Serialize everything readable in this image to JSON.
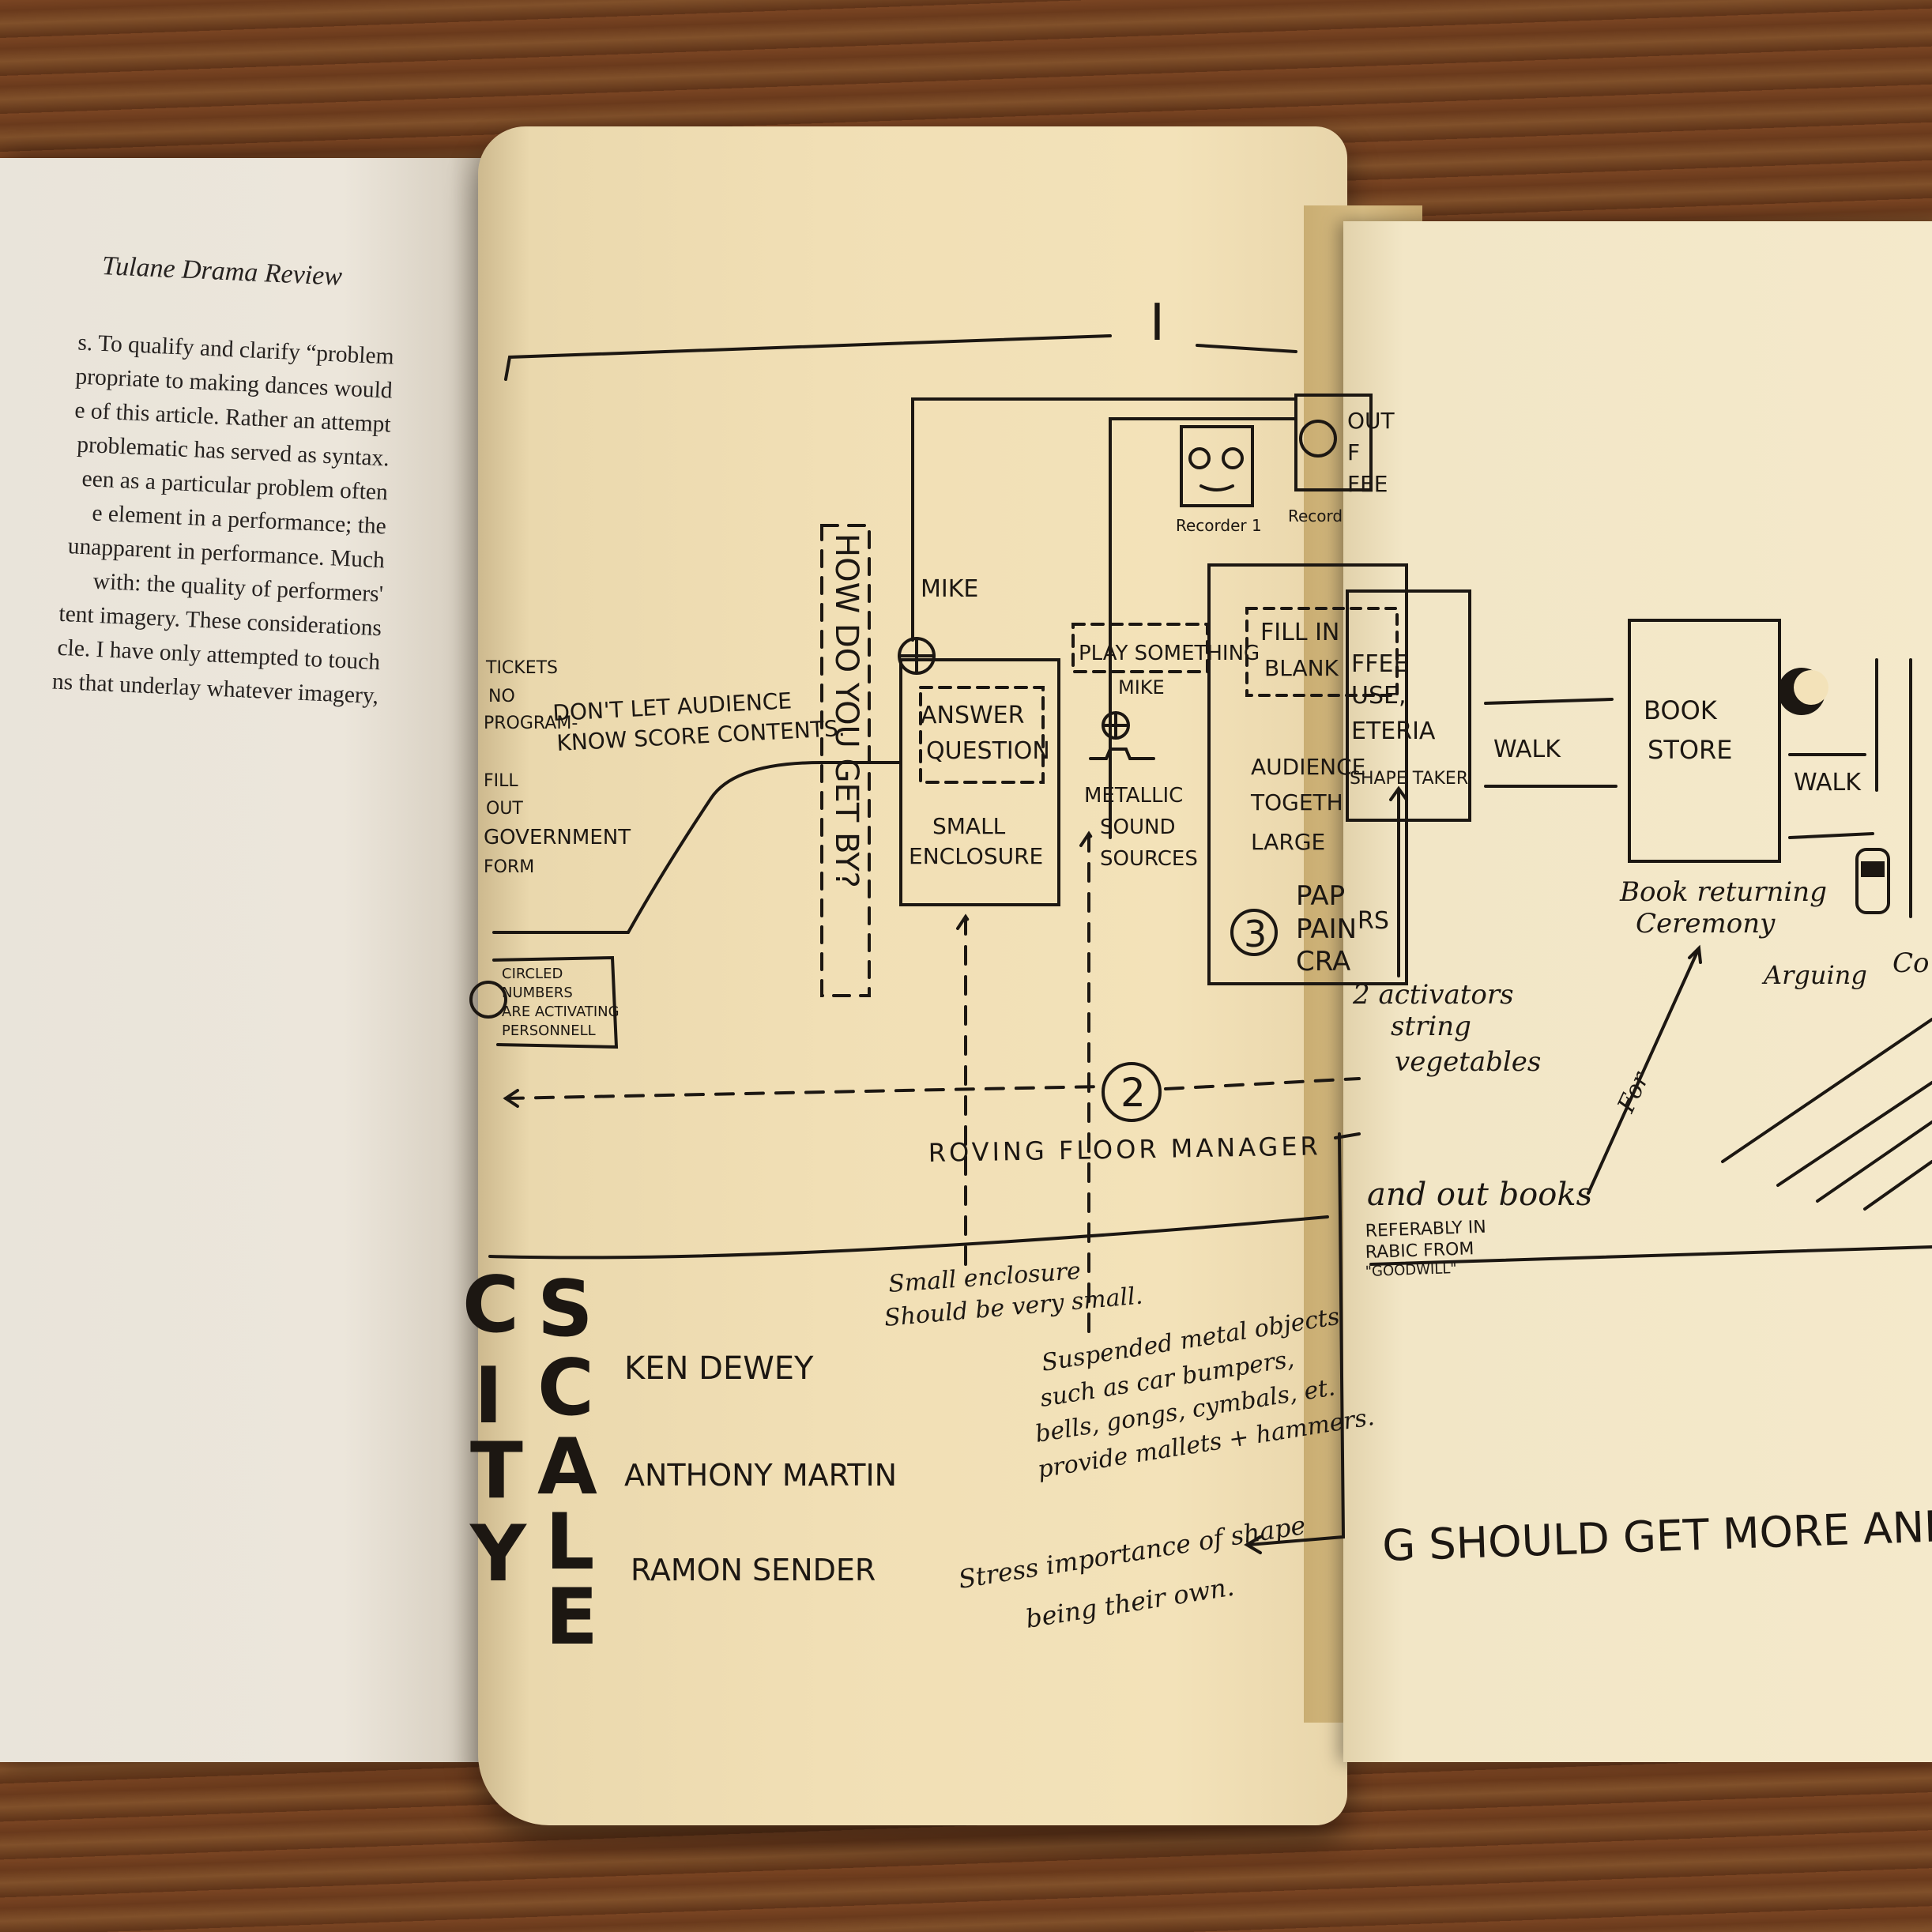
{
  "left_page": {
    "running_head": "Tulane Drama Review",
    "lines": [
      "s. To qualify and clarify “problem",
      "propriate to making dances would",
      "e of this article. Rather an attempt",
      "problematic has served as syntax.",
      "een as a particular problem often",
      "e element in a performance; the",
      "unapparent in performance. Much",
      "with: the quality of performers'",
      "tent imagery. These considerations",
      "cle. I have only attempted to touch",
      "ns that underlay whatever imagery,"
    ]
  },
  "score": {
    "section_numeral": "I",
    "left_notes": {
      "tickets": "TICKETS",
      "no_program": "NO",
      "program": "PROGRAM-",
      "dont_let": "DON'T LET AUDIENCE",
      "know_score": "KNOW SCORE CONTENTS.",
      "fill": "FILL",
      "out": "OUT",
      "government": "GOVERNMENT",
      "form": "FORM"
    },
    "circled_note": [
      "CIRCLED",
      "NUMBERS",
      "ARE ACTIVATING",
      "PERSONNELL"
    ],
    "how_do_you": "HOW DO YOU GET BY?",
    "mike_1": "MIKE",
    "answer_question": [
      "ANSWER",
      "QUESTION"
    ],
    "small_enclosure": [
      "SMALL",
      "ENCLOSURE"
    ],
    "recorder": "Recorder 1",
    "recorder_2": "Record",
    "play_something": "PLAY SOMETHING",
    "mike_2": "MIKE",
    "metallic": [
      "METALLIC",
      "SOUND",
      "SOURCES"
    ],
    "fill_in_blank": [
      "FILL IN",
      "BLANK"
    ],
    "audience": [
      "AUDIENCE",
      "TOGETH",
      "LARGE"
    ],
    "circle_3": "3",
    "pap": [
      "PAP",
      "PAIN",
      "CRA"
    ],
    "rs": "RS",
    "out_of_coffee": [
      "OUT",
      "F",
      "FEE"
    ],
    "coffee_house": [
      "FFEE",
      "USE,",
      "ETERIA"
    ],
    "shape_taker": "SHAPE TAKER",
    "activators": [
      "2 activators",
      "string",
      "vegetables"
    ],
    "walk_1": "WALK",
    "book_store": [
      "BOOK",
      "STORE"
    ],
    "book_returning": [
      "Book returning",
      "Ceremony"
    ],
    "walk_2": "WALK",
    "arguing": "Arguing",
    "co": "Co",
    "for": "For",
    "circle_2": "2",
    "roving": "ROVING FLOOR MANAGER",
    "hand_out_books": [
      "and out books",
      "REFERABLY IN",
      "RABIC FROM",
      "\"GOODWILL\""
    ],
    "small_enclosure_note": [
      "Small enclosure",
      "Should be very small."
    ],
    "suspended": [
      "Suspended metal objects",
      "such as car bumpers,",
      "bells, gongs, cymbals, et.",
      "provide mallets + hammers."
    ],
    "stress": [
      "Stress importance of shape",
      "being their own."
    ],
    "scale_letters": [
      "S",
      "C",
      "A",
      "L",
      "E"
    ],
    "city_letters": [
      "C",
      "I",
      "T",
      "Y"
    ],
    "credits": [
      "KEN DEWEY",
      "ANTHONY MARTIN",
      "RAMON SENDER"
    ],
    "bottom_caption": "G  SHOULD GET MORE AND"
  }
}
